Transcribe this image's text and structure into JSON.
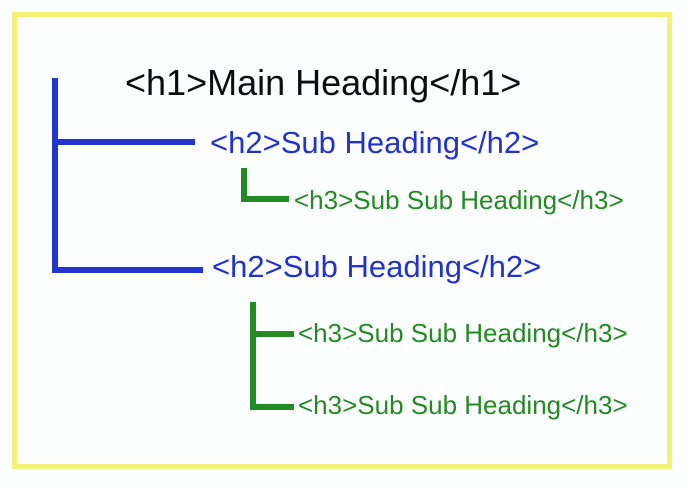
{
  "diagram": {
    "nodes": [
      {
        "tag": "h1",
        "label": "<h1>Main Heading</h1>"
      },
      {
        "tag": "h2",
        "label": "<h2>Sub Heading</h2>"
      },
      {
        "tag": "h3",
        "label": "<h3>Sub Sub Heading</h3>"
      },
      {
        "tag": "h2",
        "label": "<h2>Sub Heading</h2>"
      },
      {
        "tag": "h3",
        "label": "<h3>Sub Sub Heading</h3>"
      },
      {
        "tag": "h3",
        "label": "<h3>Sub Sub Heading</h3>"
      }
    ],
    "colors": {
      "h1-text": "#0d0d0d",
      "h2-text": "#2233cc",
      "h3-text": "#228b22",
      "connector-blue": "#2236cf",
      "connector-green": "#228b22",
      "frame-border": "#f2f276",
      "background": "#fdfeff"
    }
  }
}
